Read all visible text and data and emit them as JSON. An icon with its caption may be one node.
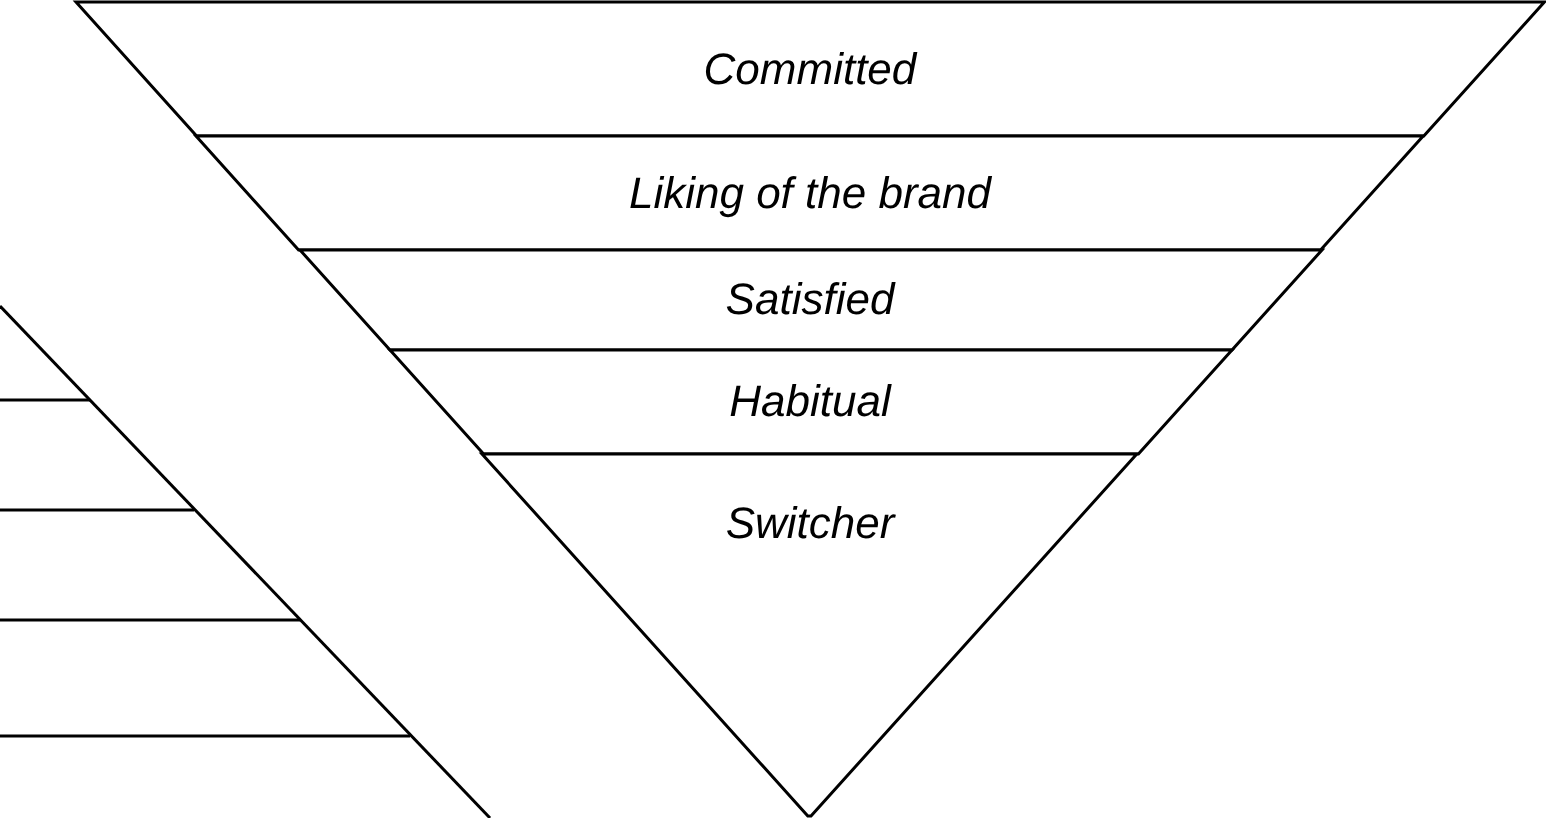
{
  "diagram": {
    "nodes": [
      {
        "text": [
          "Committed"
        ]
      },
      {
        "text": [
          "Liking of the brand"
        ]
      },
      {
        "text": [
          "Satisfied"
        ]
      },
      {
        "text": [
          "Habitual"
        ]
      },
      {
        "text": [
          "Switcher"
        ]
      }
    ]
  }
}
